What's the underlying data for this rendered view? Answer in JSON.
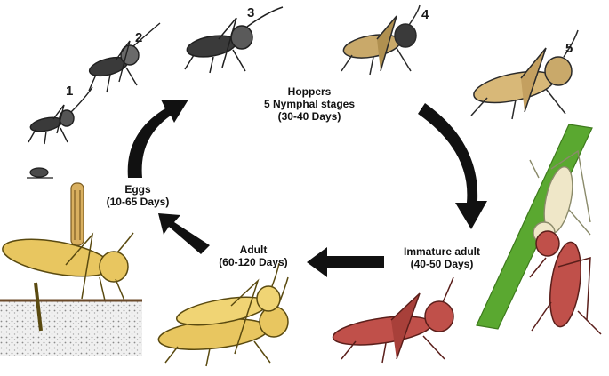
{
  "stages": {
    "hoppers": {
      "lines": [
        "Hoppers",
        "5 Nymphal stages",
        "(30-40 Days)"
      ]
    },
    "immature": {
      "lines": [
        "Immature adult",
        "(40-50 Days)"
      ]
    },
    "adult": {
      "lines": [
        "Adult",
        "(60-120 Days)"
      ]
    },
    "eggs": {
      "lines": [
        "Eggs",
        "(10-65 Days)"
      ]
    }
  },
  "nymph_numbers": [
    "1",
    "2",
    "3",
    "4",
    "5"
  ],
  "colors": {
    "arrow": "#111111",
    "nymph_dark": "#3a3a3a",
    "nymph_light": "#c9a96a",
    "adult_yellow": "#e8c660",
    "immature_red": "#c0504a",
    "stem_green": "#5aa830",
    "ground": "#6b4a2a"
  }
}
